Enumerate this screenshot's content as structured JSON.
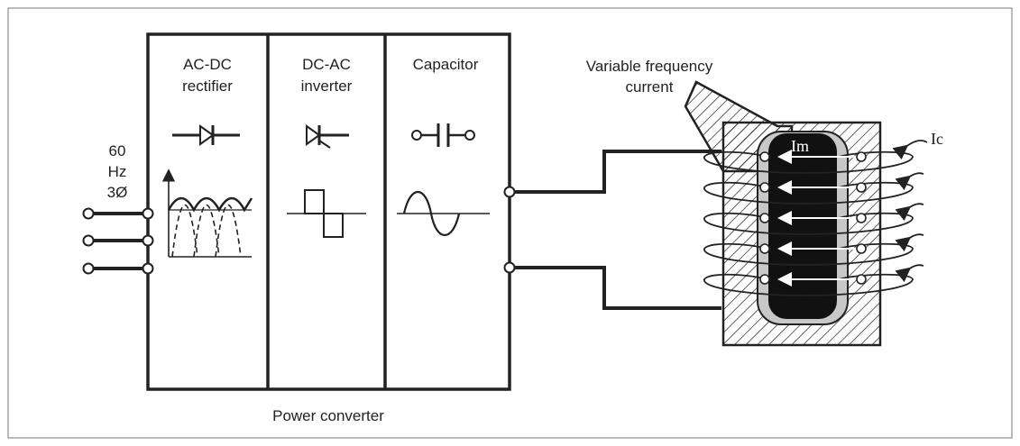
{
  "supply": {
    "line1": "60",
    "line2": "Hz",
    "line3": "3Ø"
  },
  "panels": [
    {
      "line1": "AC-DC",
      "line2": "rectifier"
    },
    {
      "line1": "DC-AC",
      "line2": "inverter"
    },
    {
      "line1": "Capacitor",
      "line2": ""
    }
  ],
  "converter_label": "Power converter",
  "current_label": {
    "line1": "Variable frequency",
    "line2": "current"
  },
  "coil_current_label": "Im",
  "induced_current_label": "Ic",
  "colors": {
    "ink": "#222222",
    "core": "#111111",
    "liner": "#c8c8c8",
    "background": "#ffffff"
  }
}
